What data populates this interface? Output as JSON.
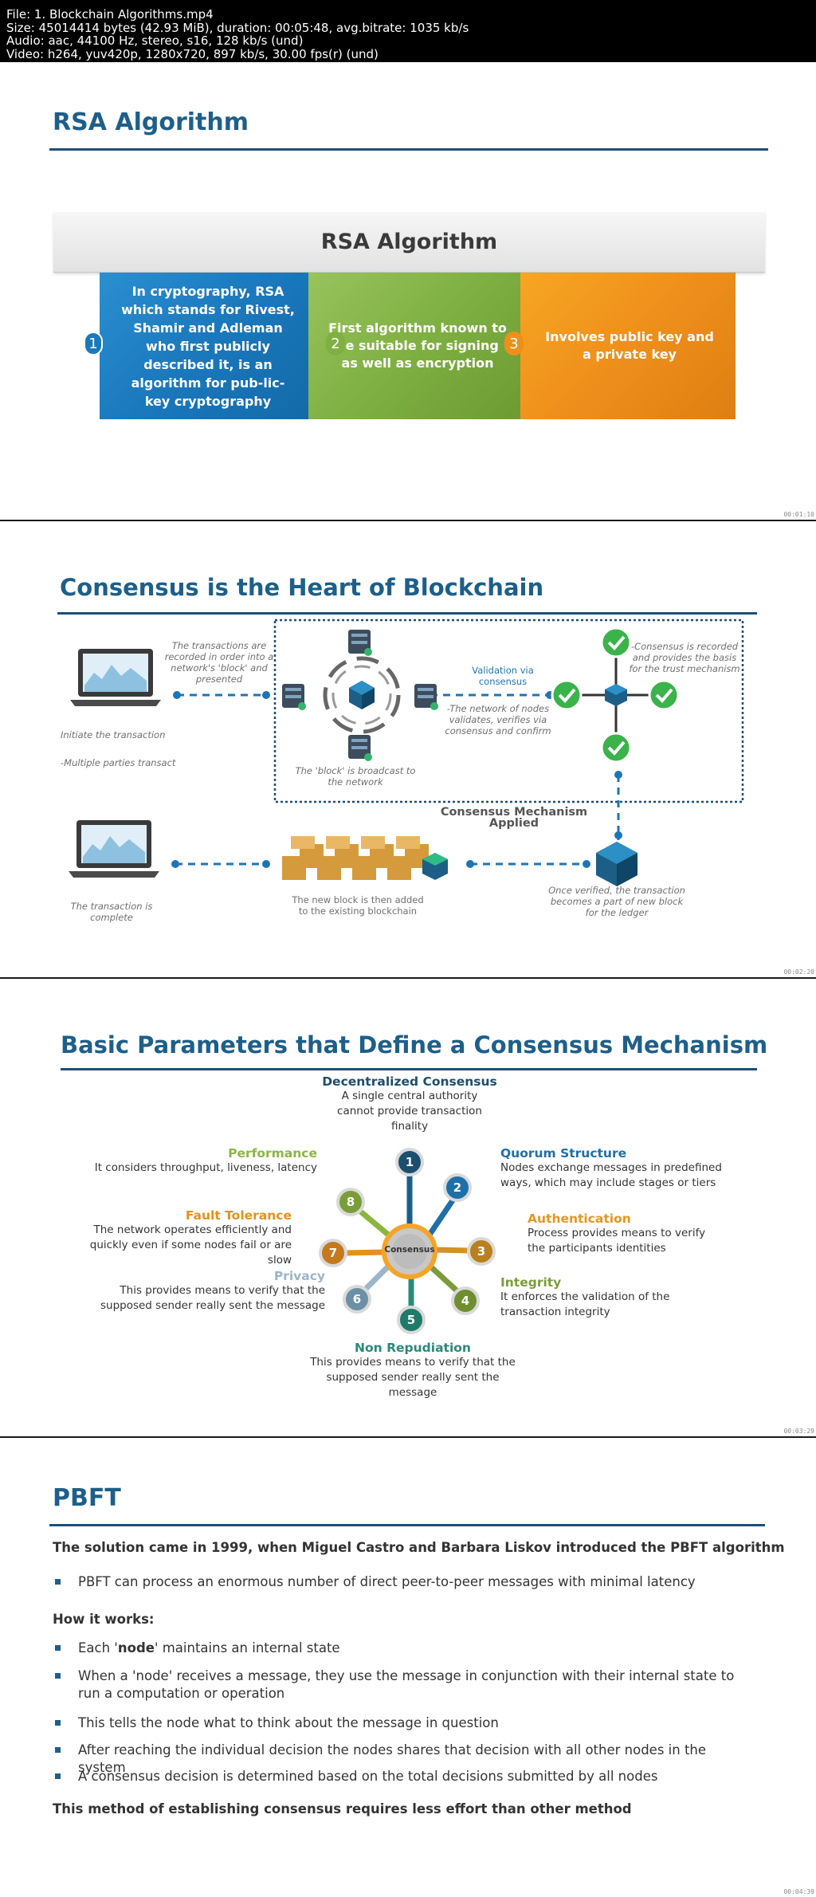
{
  "info": {
    "line1": "File: 1. Blockchain Algorithms.mp4",
    "line2": "Size: 45014414 bytes (42.93 MiB), duration: 00:05:48, avg.bitrate: 1035 kb/s",
    "line3": "Audio: aac, 44100 Hz, stereo, s16, 128 kb/s (und)",
    "line4": "Video: h264, yuv420p, 1280x720, 897 kb/s, 30.00 fps(r) (und)"
  },
  "timestamps": [
    "00:01:10",
    "00:02:20",
    "00:03:29",
    "00:04:39"
  ],
  "slide1": {
    "title": "RSA Algorithm",
    "box_title": "RSA Algorithm",
    "panels": [
      {
        "num": "1",
        "text": "In cryptography, RSA which stands for Rivest, Shamir and Adleman who first publicly described it, is an algorithm for pub-lic-key cryptography"
      },
      {
        "num": "2",
        "text": "First algorithm known to be suitable for signing as well as encryption"
      },
      {
        "num": "3",
        "text": "Involves public key and a private key"
      }
    ],
    "colors": {
      "blue": "#1a78bd",
      "green": "#7fb042",
      "orange": "#ef8f1b"
    }
  },
  "slide2": {
    "title": "Consensus is the Heart of Blockchain",
    "cap_recorded": "The transactions are recorded in order into a network's 'block' and presented",
    "cap_initiate": "Initiate the transaction",
    "cap_parties": "-Multiple parties transact",
    "cap_broadcast": "The 'block' is broadcast to the network",
    "cap_validation": "Validation via consensus",
    "cap_nodes": "-The network of nodes validates, verifies via consensus and confirm",
    "cap_trust": "-Consensus is recorded and provides the basis for the trust mechanism",
    "cap_applied": "Consensus Mechanism Applied",
    "cap_complete": "The transaction is complete",
    "cap_added": "The new block is then added to the existing blockchain",
    "cap_verified": "Once verified, the transaction becomes a part of new block for the ledger"
  },
  "slide3": {
    "title": "Basic Parameters that Define a Consensus Mechanism",
    "center": "Consensus",
    "params": {
      "decentralized": {
        "h": "Decentralized Consensus",
        "d": "A single central authority cannot provide transaction finality"
      },
      "quorum": {
        "h": "Quorum Structure",
        "d": "Nodes exchange messages in predefined ways, which may include stages or tiers"
      },
      "authentication": {
        "h": "Authentication",
        "d": "Process provides means to verify the participants identities"
      },
      "integrity": {
        "h": "Integrity",
        "d": "It enforces the validation of the transaction integrity"
      },
      "nonrep": {
        "h": "Non Repudiation",
        "d": "This provides means to verify that the supposed sender really sent the message"
      },
      "privacy": {
        "h": "Privacy",
        "d": "This provides means to verify that the supposed sender really sent the message"
      },
      "fault": {
        "h": "Fault Tolerance",
        "d": "The network operates efficiently and quickly even if some nodes fail or are slow"
      },
      "performance": {
        "h": "Performance",
        "d": "It considers throughput, liveness, latency"
      }
    },
    "nodes": [
      "1",
      "2",
      "3",
      "4",
      "5",
      "6",
      "7",
      "8"
    ]
  },
  "slide4": {
    "title": "PBFT",
    "intro": "The solution came in 1999, when Miguel Castro and Barbara Liskov introduced the PBFT algorithm",
    "bullet_intro": "PBFT can process an enormous number of direct peer-to-peer messages with minimal latency",
    "how": "How it works:",
    "b1_pre": "Each '",
    "b1_bold": "node",
    "b1_post": "' maintains an internal state",
    "b2": "When a 'node' receives a message, they use the message in conjunction with their internal state to run a computation or operation",
    "b3": "This tells the node what to think about the message in question",
    "b4": "After reaching the individual decision the nodes shares that decision with all other nodes in the system",
    "b5": "A consensus decision is determined based on the total decisions submitted by all nodes",
    "closing": "This method of establishing consensus requires less effort than other method"
  }
}
